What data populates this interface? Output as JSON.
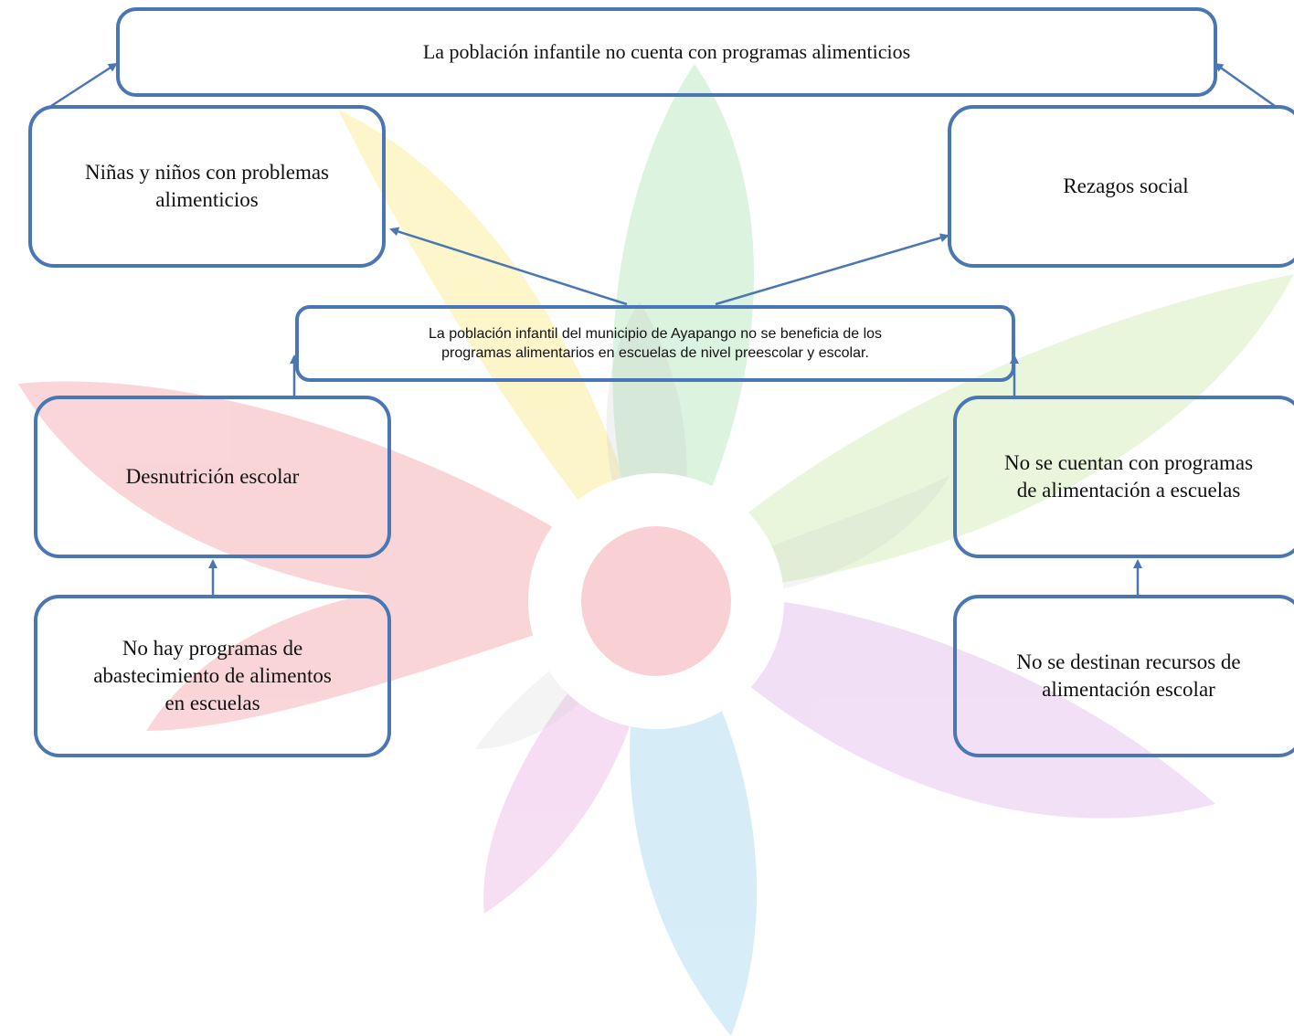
{
  "diagram": {
    "top_effect": "La población infantile no cuenta con programas alimenticios",
    "effect_left": "Niñas y niños con problemas\nalimenticios",
    "effect_right": "Rezagos social",
    "central_problem": "La  población  infantil  del  municipio  de  Ayapango  no se beneficia de los\nprogramas alimentarios en escuelas de nivel preescolar y escolar.",
    "cause_left": "Desnutrición escolar",
    "cause_right": "No se cuentan con programas\nde alimentación a escuelas",
    "root_left": "No hay programas de\nabastecimiento de alimentos\nen escuelas",
    "root_right": "No se destinan recursos de\nalimentación escolar"
  },
  "colors": {
    "box_border": "#4a77b4",
    "arrow": "#4a77b4",
    "text": "#111111"
  },
  "watermark": {
    "icon": "flower-logo-watermark",
    "petal_colors": [
      "#f7c0c5",
      "#fbf1b0",
      "#c7eecd",
      "#f1c9ea",
      "#bfe6f5"
    ]
  }
}
